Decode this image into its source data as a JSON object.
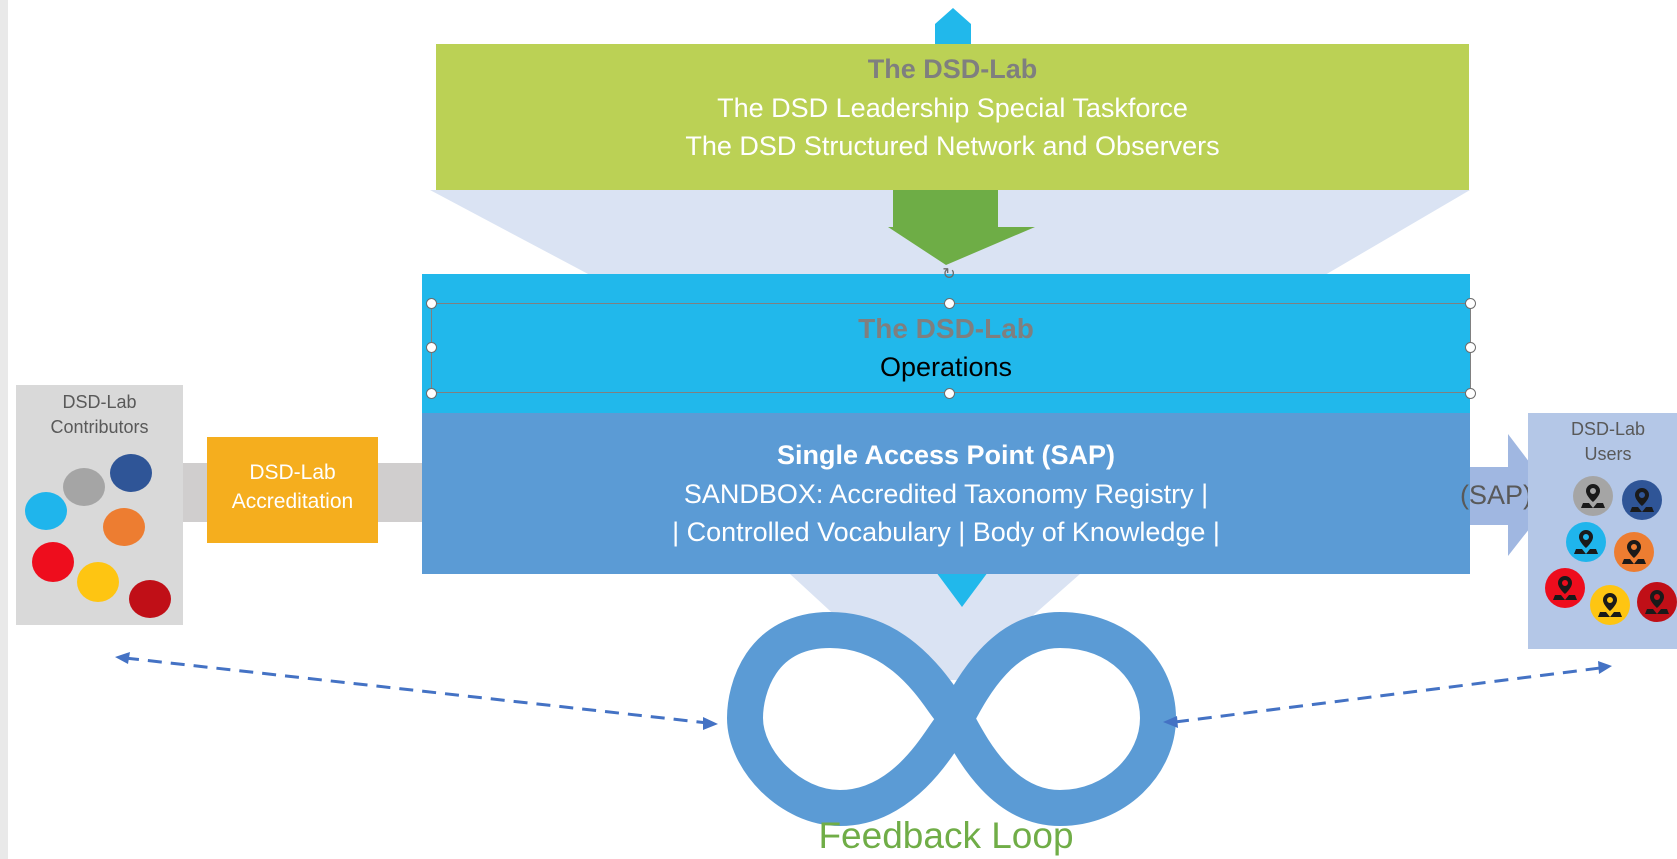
{
  "top_box": {
    "title": "The DSD-Lab",
    "line1": "The DSD Leadership Special Taskforce",
    "line2": "The DSD Structured Network and Observers"
  },
  "ops_box": {
    "title": "The DSD-Lab",
    "subtitle": "Operations"
  },
  "sap_box": {
    "title": "Single Access Point (SAP)",
    "line1": "SANDBOX: Accredited Taxonomy Registry |",
    "line2": "| Controlled Vocabulary | Body of  Knowledge |"
  },
  "contributors": {
    "label_line1": "DSD-Lab",
    "label_line2": "Contributors"
  },
  "accreditation": {
    "line1": "DSD-Lab",
    "line2": "Accreditation"
  },
  "users": {
    "label_line1": "DSD-Lab",
    "label_line2": "Users"
  },
  "sap_arrow": {
    "label": "(SAP)"
  },
  "feedback": {
    "label": "Feedback Loop"
  },
  "colors": {
    "green_box": "#bbd155",
    "cyan_box": "#21b8eb",
    "blue_box": "#5b9bd5",
    "accreditation": "#f5ae1e",
    "funnel": "#dae3f3",
    "down_arrow": "#6ead46",
    "feedback_text": "#70ad47",
    "dashed_arrows": "#4472c4"
  }
}
